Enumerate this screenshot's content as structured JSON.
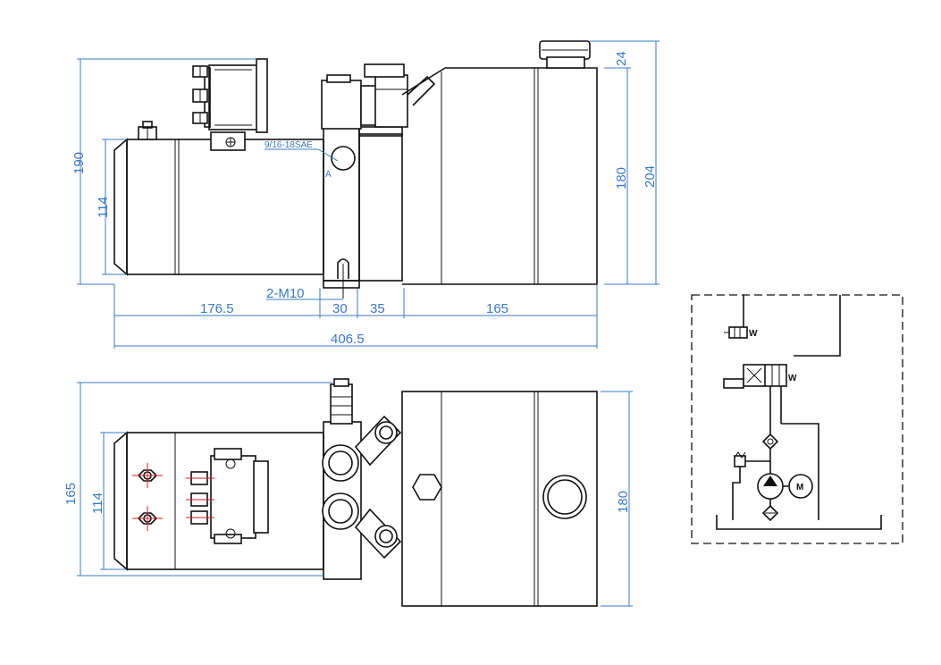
{
  "side_view": {
    "dim_190": "190",
    "dim_114": "114",
    "dim_180": "180",
    "dim_204": "204",
    "dim_24": "24",
    "port_label": "9/16-18SAE",
    "port_letter": "A",
    "mount_label": "2-M10",
    "dim_176_5": "176.5",
    "dim_30": "30",
    "dim_35": "35",
    "dim_165": "165",
    "dim_406_5": "406.5"
  },
  "top_view": {
    "dim_165": "165",
    "dim_114": "114",
    "dim_180": "180"
  },
  "schematic": {
    "motor_label": "M",
    "solenoid_label_1": "W",
    "solenoid_label_2": "W"
  },
  "colors": {
    "outline": "#111111",
    "dimension": "#3b78c4",
    "centerline": "#d0202a"
  }
}
